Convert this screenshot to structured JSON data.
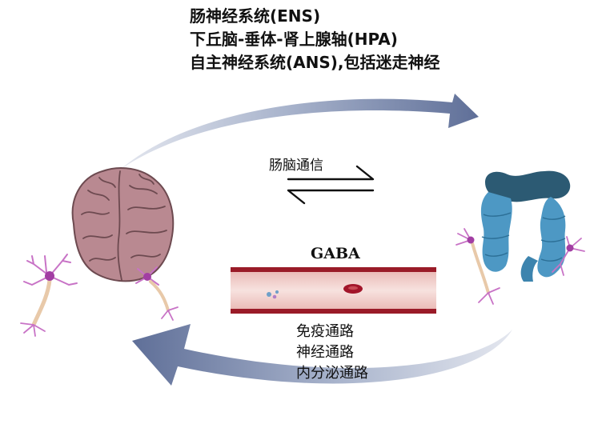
{
  "top_pathways": [
    "肠神经系统(ENS)",
    "下丘脑-垂体-肾上腺轴(HPA)",
    "自主神经系统(ANS),包括迷走神经"
  ],
  "communication_label": "肠脑通信",
  "vessel_label": "GABA",
  "bottom_pathways": [
    "免疫通路",
    "神经通路",
    "内分泌通路"
  ],
  "icons": {
    "brain": "brain-icon",
    "colon": "colon-icon",
    "neuron": "neuron-icon",
    "blood_vessel": "blood-vessel-icon",
    "exchange_arrows": "bidirectional-arrows-icon"
  },
  "colors": {
    "arrow": "#6f7fa6",
    "brain": "#b98991",
    "brain_outline": "#6d4a50",
    "colon_light": "#4d98c4",
    "colon_dark": "#2c5a73",
    "vessel_wall": "#9a1b28",
    "vessel_lumen": "#f3d3d0",
    "neuron": "#c873c6",
    "neuron_axon": "#e8c9a9"
  }
}
